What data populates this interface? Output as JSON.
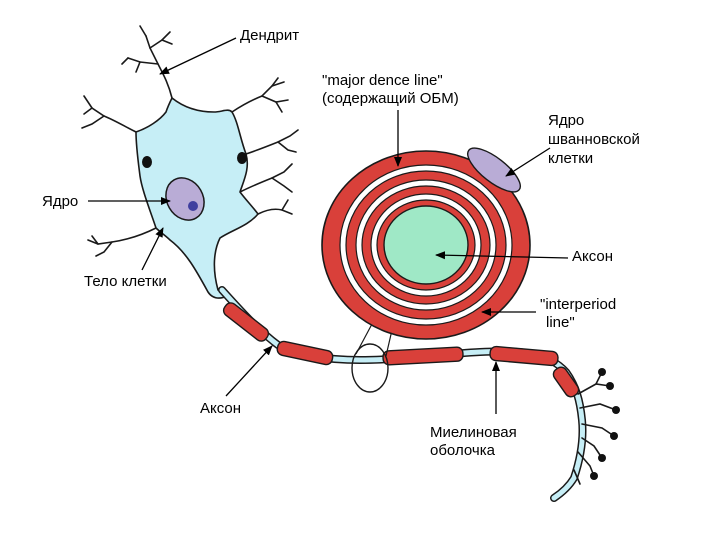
{
  "labels": {
    "dendrite": "Дендрит",
    "major_dense_line_1": "\"major dence line\"",
    "major_dense_line_2": "(содержащий ОБМ)",
    "schwann_nucleus_1": "Ядро",
    "schwann_nucleus_2": "шванновской",
    "schwann_nucleus_3": "клетки",
    "nucleus": "Ядро",
    "axon_cross": "Аксон",
    "interperiod_1": "\"interperiod",
    "interperiod_2": "line\"",
    "cell_body": "Тело клетки",
    "axon": "Аксон",
    "myelin_1": "Миелиновая",
    "myelin_2": "оболочка"
  },
  "colors": {
    "soma": "#c6eef6",
    "myelin": "#d9403a",
    "axon_core": "#9fe8c6",
    "nucleus": "#b9acd6",
    "nucleolus": "#3f3f9f",
    "outline": "#1a1a1a"
  }
}
